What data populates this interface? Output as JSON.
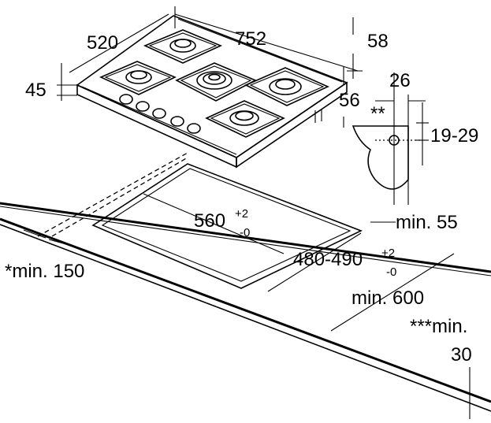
{
  "dimensions": {
    "hob_width": "752",
    "hob_depth": "520",
    "hob_height": "45",
    "right_height_top": "58",
    "right_height_bottom": "56",
    "cutout_width": "560",
    "cutout_width_tol_plus": "+2",
    "cutout_width_tol_minus": "-0",
    "cutout_depth": "480-490",
    "cutout_depth_tol_plus": "+2",
    "cutout_depth_tol_minus": "-0",
    "min_side": "*min. 150",
    "min_back": "min. 55",
    "min_front": "min. 600",
    "min_thickness_label": "***min.",
    "min_thickness_value": "30"
  },
  "detail": {
    "width": "26",
    "clamp_range": "19-29",
    "marker": "**"
  }
}
